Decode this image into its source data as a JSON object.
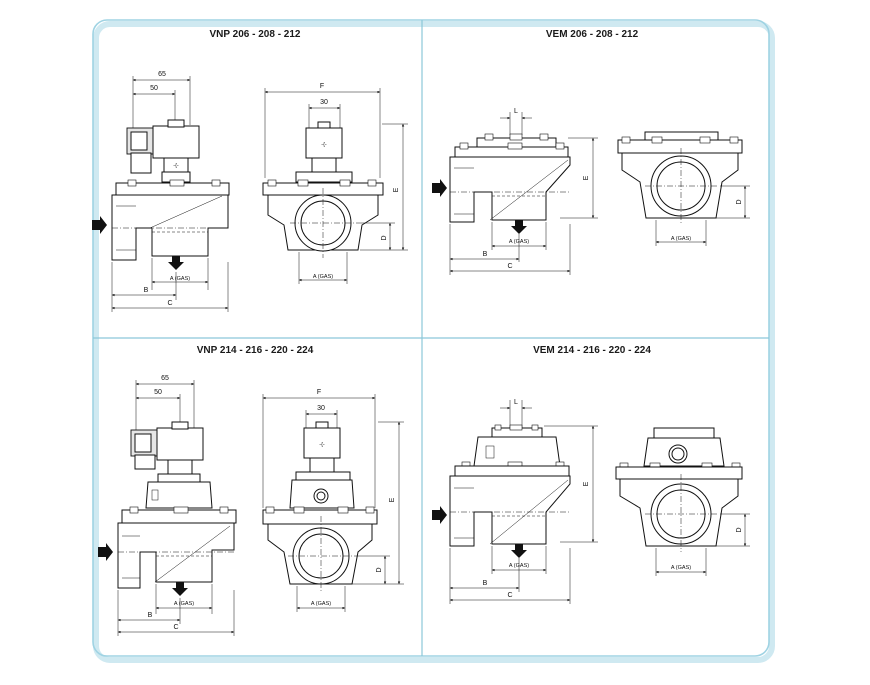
{
  "panels": [
    {
      "id": "vnp-small",
      "title": "VNP 206 - 208 - 212"
    },
    {
      "id": "vem-small",
      "title": "VEM 206 - 208 - 212"
    },
    {
      "id": "vnp-large",
      "title": "VNP 214 - 216 - 220 - 224"
    },
    {
      "id": "vem-large",
      "title": "VEM 214 - 216 - 220 - 224"
    }
  ],
  "labels": {
    "d65": "65",
    "d50": "50",
    "d30": "30",
    "F": "F",
    "E": "E",
    "D": "D",
    "B": "B",
    "C": "C",
    "L": "L",
    "A": "A (GAS)"
  },
  "colors": {
    "frame": "#9fd3e3",
    "divider": "#8cc8d9",
    "line": "#111111"
  }
}
